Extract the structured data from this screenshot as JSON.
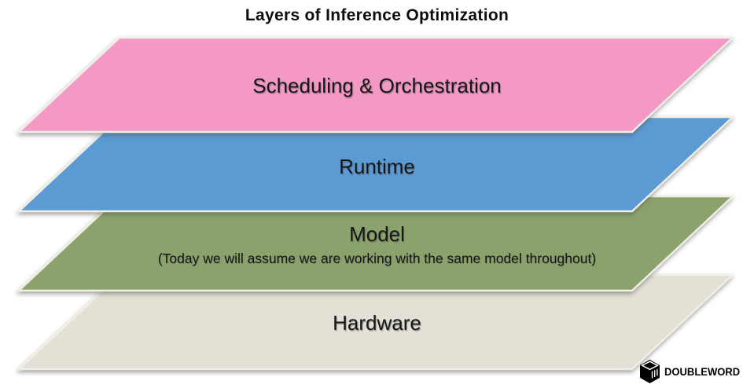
{
  "title": "Layers of Inference Optimization",
  "layers": [
    {
      "label": "Scheduling & Orchestration",
      "color": "#f499c5"
    },
    {
      "label": "Runtime",
      "color": "#5b9ad3"
    },
    {
      "label": "Model",
      "sublabel": "(Today we will assume we are working with the same model throughout)",
      "color": "#8ba26d"
    },
    {
      "label": "Hardware",
      "color": "#e3e1d5"
    }
  ],
  "logo": {
    "text": "DOUBLEWORD",
    "icon": "cube-logo-icon"
  },
  "colors": {
    "background": "#ffffff",
    "layer_border": "#f2f0e6",
    "label_text": "#161616",
    "title_text": "#0d0d0d",
    "logo_color": "#000000"
  }
}
